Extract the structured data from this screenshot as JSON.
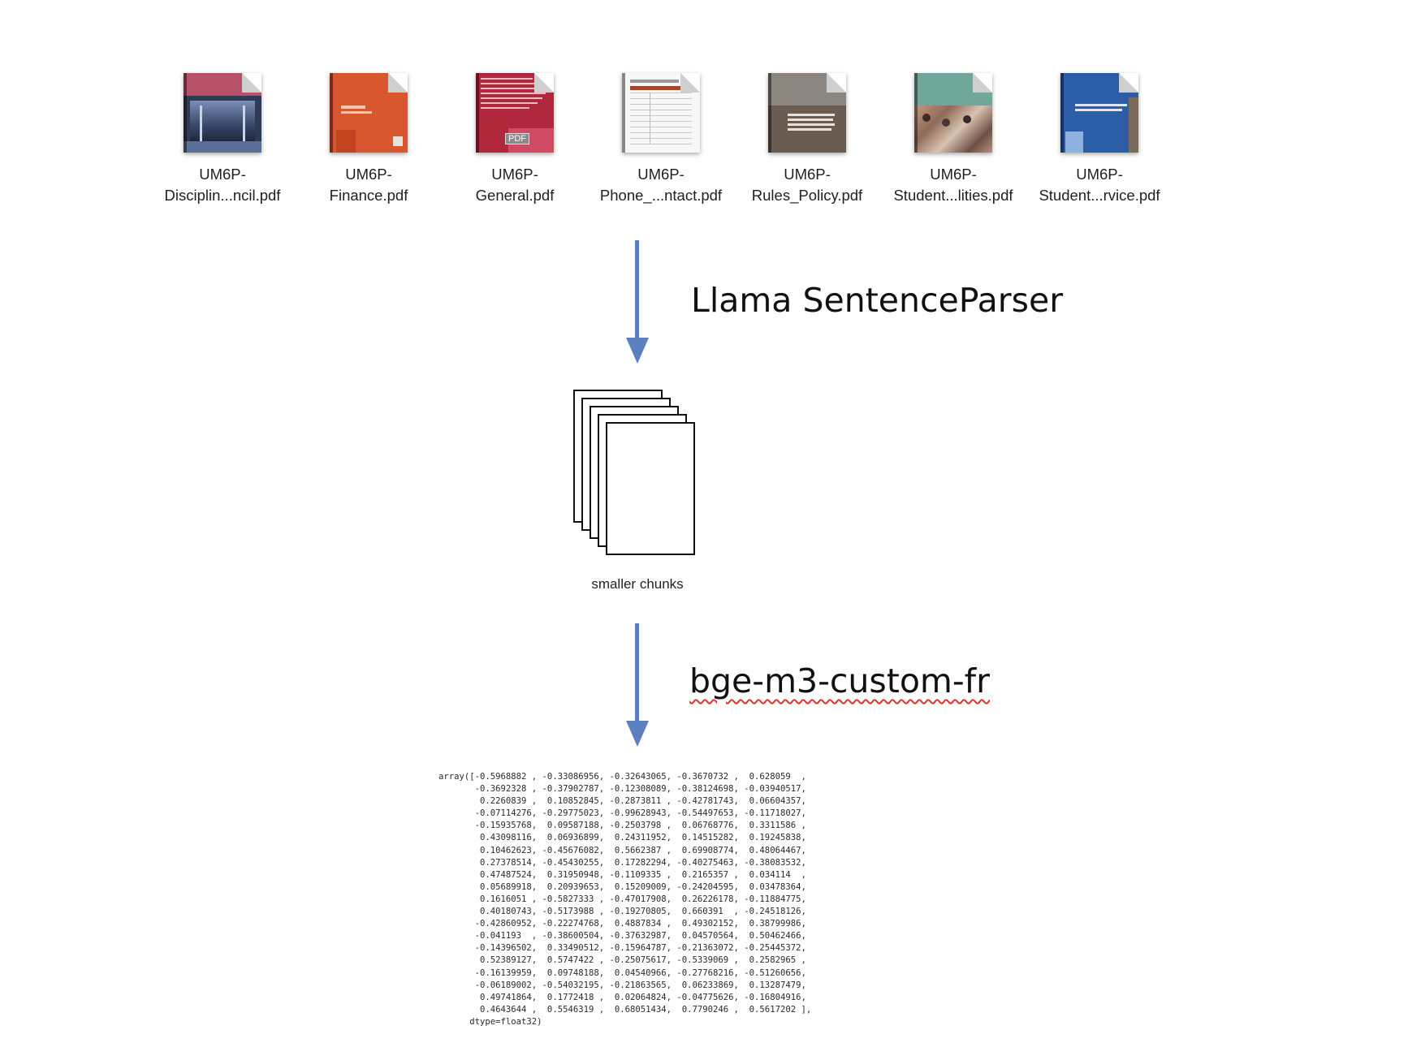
{
  "files": [
    {
      "line1": "UM6P-",
      "line2": "Disciplin...ncil.pdf",
      "color": "#b8526a"
    },
    {
      "line1": "UM6P-",
      "line2": "Finance.pdf",
      "color": "#d9572f"
    },
    {
      "line1": "UM6P-",
      "line2": "General.pdf",
      "color": "#b0283c"
    },
    {
      "line1": "UM6P-",
      "line2": "Phone_...ntact.pdf",
      "color": "#f4f4f4"
    },
    {
      "line1": "UM6P-",
      "line2": "Rules_Policy.pdf",
      "color": "#6b5c52"
    },
    {
      "line1": "UM6P-",
      "line2": "Student...lities.pdf",
      "color": "#6fa89a"
    },
    {
      "line1": "UM6P-",
      "line2": "Student...rvice.pdf",
      "color": "#2c5ea8"
    }
  ],
  "pdf_badge": "PDF",
  "steps": {
    "parser_label": "Llama SentenceParser",
    "chunks_caption": "smaller chunks",
    "embed_label": "bge-m3-custom-fr"
  },
  "arrow_color": "#5b7fbf",
  "embedding_output": "array([-0.5968882 , -0.33086956, -0.32643065, -0.3670732 ,  0.628059  ,\n       -0.3692328 , -0.37902787, -0.12308089, -0.38124698, -0.03940517,\n        0.2260839 ,  0.10852845, -0.2873811 , -0.42781743,  0.06604357,\n       -0.07114276, -0.29775023, -0.99628943, -0.54497653, -0.11718027,\n       -0.15935768,  0.09587188, -0.2503798 ,  0.06768776,  0.3311586 ,\n        0.43098116,  0.06936899,  0.24311952,  0.14515282,  0.19245838,\n        0.10462623, -0.45676082,  0.5662387 ,  0.69908774,  0.48064467,\n        0.27378514, -0.45430255,  0.17282294, -0.40275463, -0.38083532,\n        0.47487524,  0.31950948, -0.1109335 ,  0.2165357 ,  0.034114  ,\n        0.05689918,  0.20939653,  0.15209009, -0.24204595,  0.03478364,\n        0.1616051 , -0.5827333 , -0.47017908,  0.26226178, -0.11884775,\n        0.40180743, -0.5173988 , -0.19270805,  0.660391  , -0.24518126,\n       -0.42860952, -0.22274768,  0.4887834 ,  0.49302152,  0.38799986,\n       -0.041193  , -0.38600504, -0.37632987,  0.04570564,  0.50462466,\n       -0.14396502,  0.33490512, -0.15964787, -0.21363072, -0.25445372,\n        0.52389127,  0.5747422 , -0.25075617, -0.5339069 ,  0.2582965 ,\n       -0.16139959,  0.09748188,  0.04540966, -0.27768216, -0.51260656,\n       -0.06189002, -0.54032195, -0.21863565,  0.06233869,  0.13287479,\n        0.49741864,  0.1772418 ,  0.02064824, -0.04775626, -0.16804916,\n        0.4643644 ,  0.5546319 ,  0.68051434,  0.7790246 ,  0.5617202 ],\n      dtype=float32)"
}
